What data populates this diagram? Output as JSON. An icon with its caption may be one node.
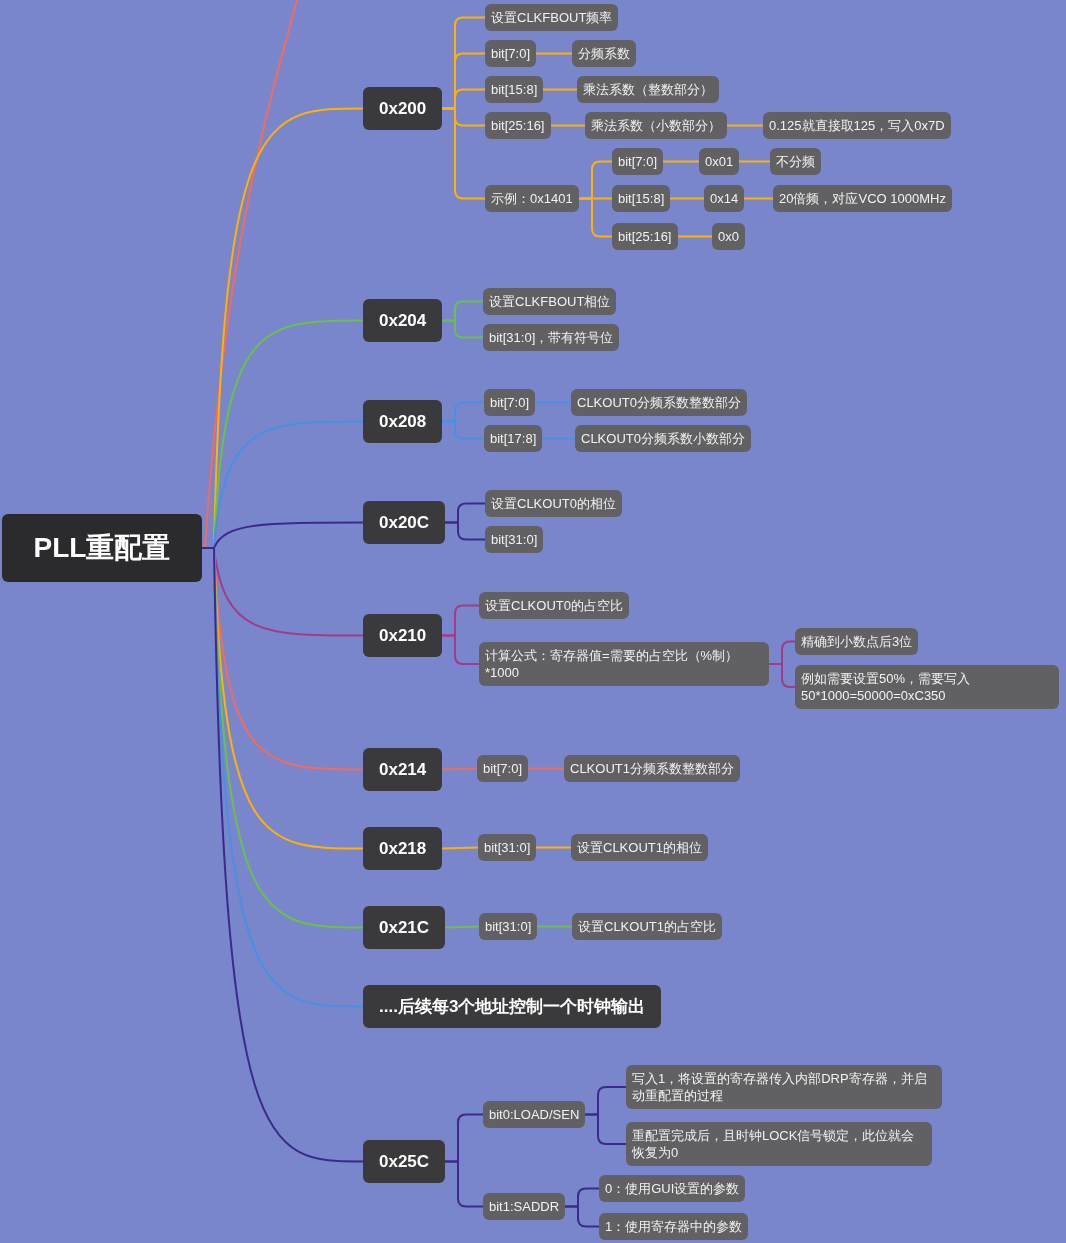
{
  "diagram": {
    "nodes": [
      {
        "text": [
          "PLL重配置"
        ]
      },
      {
        "text": [
          "0x200"
        ]
      },
      {
        "text": [
          "设置CLKFBOUT频率"
        ]
      },
      {
        "text": [
          "bit[7:0]"
        ]
      },
      {
        "text": [
          "分频系数"
        ]
      },
      {
        "text": [
          "bit[15:8]"
        ]
      },
      {
        "text": [
          "乘法系数（整数部分）"
        ]
      },
      {
        "text": [
          "bit[25:16]"
        ]
      },
      {
        "text": [
          "乘法系数（小数部分）"
        ]
      },
      {
        "text": [
          "0.125就直接取125，写入0x7D"
        ]
      },
      {
        "text": [
          "示例：0x1401"
        ]
      },
      {
        "text": [
          "bit[7:0]"
        ]
      },
      {
        "text": [
          "0x01"
        ]
      },
      {
        "text": [
          "不分频"
        ]
      },
      {
        "text": [
          "bit[15:8]"
        ]
      },
      {
        "text": [
          "0x14"
        ]
      },
      {
        "text": [
          "20倍频，对应VCO 1000MHz"
        ]
      },
      {
        "text": [
          "bit[25:16]"
        ]
      },
      {
        "text": [
          "0x0"
        ]
      },
      {
        "text": [
          "0x204"
        ]
      },
      {
        "text": [
          "设置CLKFBOUT相位"
        ]
      },
      {
        "text": [
          "bit[31:0]，带有符号位"
        ]
      },
      {
        "text": [
          "0x208"
        ]
      },
      {
        "text": [
          "bit[7:0]"
        ]
      },
      {
        "text": [
          "CLKOUT0分频系数整数部分"
        ]
      },
      {
        "text": [
          "bit[17:8]"
        ]
      },
      {
        "text": [
          "CLKOUT0分频系数小数部分"
        ]
      },
      {
        "text": [
          "0x20C"
        ]
      },
      {
        "text": [
          "设置CLKOUT0的相位"
        ]
      },
      {
        "text": [
          "bit[31:0]"
        ]
      },
      {
        "text": [
          "0x210"
        ]
      },
      {
        "text": [
          "设置CLKOUT0的占空比"
        ]
      },
      {
        "text": [
          "计算公式：寄存器值=需要的占空比（%制）*1000"
        ]
      },
      {
        "text": [
          "精确到小数点后3位"
        ]
      },
      {
        "text": [
          "例如需要设置50%，需要写入50*1000=50000=0xC350"
        ]
      },
      {
        "text": [
          "0x214"
        ]
      },
      {
        "text": [
          "bit[7:0]"
        ]
      },
      {
        "text": [
          "CLKOUT1分频系数整数部分"
        ]
      },
      {
        "text": [
          "0x218"
        ]
      },
      {
        "text": [
          "bit[31:0]"
        ]
      },
      {
        "text": [
          "设置CLKOUT1的相位"
        ]
      },
      {
        "text": [
          "0x21C"
        ]
      },
      {
        "text": [
          "bit[31:0]"
        ]
      },
      {
        "text": [
          "设置CLKOUT1的占空比"
        ]
      },
      {
        "text": [
          "....后续每3个地址控制一个时钟输出"
        ]
      },
      {
        "text": [
          "0x25C"
        ]
      },
      {
        "text": [
          "bit0:LOAD/SEN"
        ]
      },
      {
        "text": [
          "写入1，将设置的寄存器传入内部DRP寄存器，并启动重配置的过程"
        ]
      },
      {
        "text": [
          "重配置完成后，且时钟LOCK信号锁定，此位就会恢复为0"
        ]
      },
      {
        "text": [
          "bit1:SADDR"
        ]
      },
      {
        "text": [
          "0：使用GUI设置的参数"
        ]
      },
      {
        "text": [
          "1：使用寄存器中的参数"
        ]
      }
    ],
    "edges": [
      {
        "from": 0,
        "to": null,
        "arrow": "none",
        "color": "#f26b5b"
      },
      {
        "from": 0,
        "to": 1,
        "arrow": "none",
        "color": "#ffb300"
      },
      {
        "from": 1,
        "to": 2,
        "arrow": "none",
        "color": "#ffb300"
      },
      {
        "from": 1,
        "to": 3,
        "arrow": "none",
        "color": "#ffb300"
      },
      {
        "from": 3,
        "to": 4,
        "arrow": "none",
        "color": "#ffb300"
      },
      {
        "from": 1,
        "to": 5,
        "arrow": "none",
        "color": "#ffb300"
      },
      {
        "from": 5,
        "to": 6,
        "arrow": "none",
        "color": "#ffb300"
      },
      {
        "from": 1,
        "to": 7,
        "arrow": "none",
        "color": "#ffb300"
      },
      {
        "from": 7,
        "to": 8,
        "arrow": "none",
        "color": "#ffb300"
      },
      {
        "from": 8,
        "to": 9,
        "arrow": "none",
        "color": "#ffb300"
      },
      {
        "from": 1,
        "to": 10,
        "arrow": "none",
        "color": "#ffb300"
      },
      {
        "from": 10,
        "to": 11,
        "arrow": "none",
        "color": "#ffb300"
      },
      {
        "from": 11,
        "to": 12,
        "arrow": "none",
        "color": "#ffb300"
      },
      {
        "from": 12,
        "to": 13,
        "arrow": "none",
        "color": "#ffb300"
      },
      {
        "from": 10,
        "to": 14,
        "arrow": "none",
        "color": "#ffb300"
      },
      {
        "from": 14,
        "to": 15,
        "arrow": "none",
        "color": "#ffb300"
      },
      {
        "from": 15,
        "to": 16,
        "arrow": "none",
        "color": "#ffb300"
      },
      {
        "from": 10,
        "to": 17,
        "arrow": "none",
        "color": "#ffb300"
      },
      {
        "from": 17,
        "to": 18,
        "arrow": "none",
        "color": "#ffb300"
      },
      {
        "from": 0,
        "to": 19,
        "arrow": "none",
        "color": "#6cc04a"
      },
      {
        "from": 19,
        "to": 20,
        "arrow": "none",
        "color": "#6cc04a"
      },
      {
        "from": 19,
        "to": 21,
        "arrow": "none",
        "color": "#6cc04a"
      },
      {
        "from": 0,
        "to": 22,
        "arrow": "none",
        "color": "#4a90e2"
      },
      {
        "from": 22,
        "to": 23,
        "arrow": "none",
        "color": "#4a90e2"
      },
      {
        "from": 23,
        "to": 24,
        "arrow": "none",
        "color": "#4a90e2"
      },
      {
        "from": 22,
        "to": 25,
        "arrow": "none",
        "color": "#4a90e2"
      },
      {
        "from": 25,
        "to": 26,
        "arrow": "none",
        "color": "#4a90e2"
      },
      {
        "from": 0,
        "to": 27,
        "arrow": "none",
        "color": "#3b2a8c"
      },
      {
        "from": 27,
        "to": 28,
        "arrow": "none",
        "color": "#3b2a8c"
      },
      {
        "from": 27,
        "to": 29,
        "arrow": "none",
        "color": "#3b2a8c"
      },
      {
        "from": 0,
        "to": 30,
        "arrow": "none",
        "color": "#a23b8a"
      },
      {
        "from": 30,
        "to": 31,
        "arrow": "none",
        "color": "#a23b8a"
      },
      {
        "from": 30,
        "to": 32,
        "arrow": "none",
        "color": "#a23b8a"
      },
      {
        "from": 32,
        "to": 33,
        "arrow": "none",
        "color": "#a23b8a"
      },
      {
        "from": 32,
        "to": 34,
        "arrow": "none",
        "color": "#a23b8a"
      },
      {
        "from": 0,
        "to": 35,
        "arrow": "none",
        "color": "#f26b5b"
      },
      {
        "from": 35,
        "to": 36,
        "arrow": "none",
        "color": "#f26b5b"
      },
      {
        "from": 36,
        "to": 37,
        "arrow": "none",
        "color": "#f26b5b"
      },
      {
        "from": 0,
        "to": 38,
        "arrow": "none",
        "color": "#ffb300"
      },
      {
        "from": 38,
        "to": 39,
        "arrow": "none",
        "color": "#ffb300"
      },
      {
        "from": 39,
        "to": 40,
        "arrow": "none",
        "color": "#ffb300"
      },
      {
        "from": 0,
        "to": 41,
        "arrow": "none",
        "color": "#6cc04a"
      },
      {
        "from": 41,
        "to": 42,
        "arrow": "none",
        "color": "#6cc04a"
      },
      {
        "from": 42,
        "to": 43,
        "arrow": "none",
        "color": "#6cc04a"
      },
      {
        "from": 0,
        "to": 44,
        "arrow": "none",
        "color": "#4a90e2"
      },
      {
        "from": 0,
        "to": 45,
        "arrow": "none",
        "color": "#3b2a8c"
      },
      {
        "from": 45,
        "to": 46,
        "arrow": "none",
        "color": "#3b2a8c"
      },
      {
        "from": 46,
        "to": 47,
        "arrow": "none",
        "color": "#3b2a8c"
      },
      {
        "from": 46,
        "to": 48,
        "arrow": "none",
        "color": "#3b2a8c"
      },
      {
        "from": 45,
        "to": 49,
        "arrow": "none",
        "color": "#3b2a8c"
      },
      {
        "from": 49,
        "to": 50,
        "arrow": "none",
        "color": "#3b2a8c"
      },
      {
        "from": 49,
        "to": 51,
        "arrow": "none",
        "color": "#3b2a8c"
      }
    ]
  }
}
